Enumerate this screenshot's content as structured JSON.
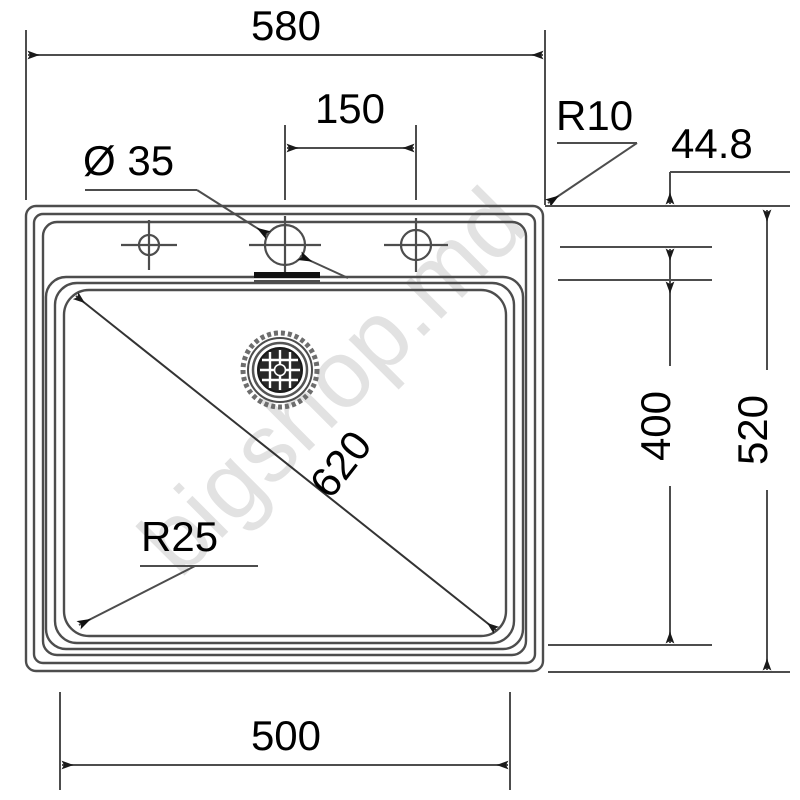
{
  "drawing": {
    "type": "engineering-dimension-drawing",
    "subject": "kitchen-sink-top-view",
    "units": "mm",
    "line_color": "#4d4d4d",
    "text_color": "#000000",
    "background_color": "#ffffff"
  },
  "dimensions": {
    "overall_width": "580",
    "tap_hole_spacing": "150",
    "tap_hole_diameter": "Ø 35",
    "rim_corner_radius": "R10",
    "rim_thickness": "44.8",
    "bowl_corner_radius": "R25",
    "bowl_diagonal": "620",
    "bowl_depth_dim": "400",
    "overall_depth": "520",
    "bowl_width": "500"
  },
  "watermark": {
    "text": "bigshop.md",
    "color": "#e2e2e2"
  },
  "features": {
    "tap_hole_left": "tap-hole-small",
    "tap_hole_center": "tap-hole-main",
    "tap_hole_right": "tap-hole-accessory",
    "drain": "drain-strainer",
    "overflow": "overflow-slot"
  }
}
